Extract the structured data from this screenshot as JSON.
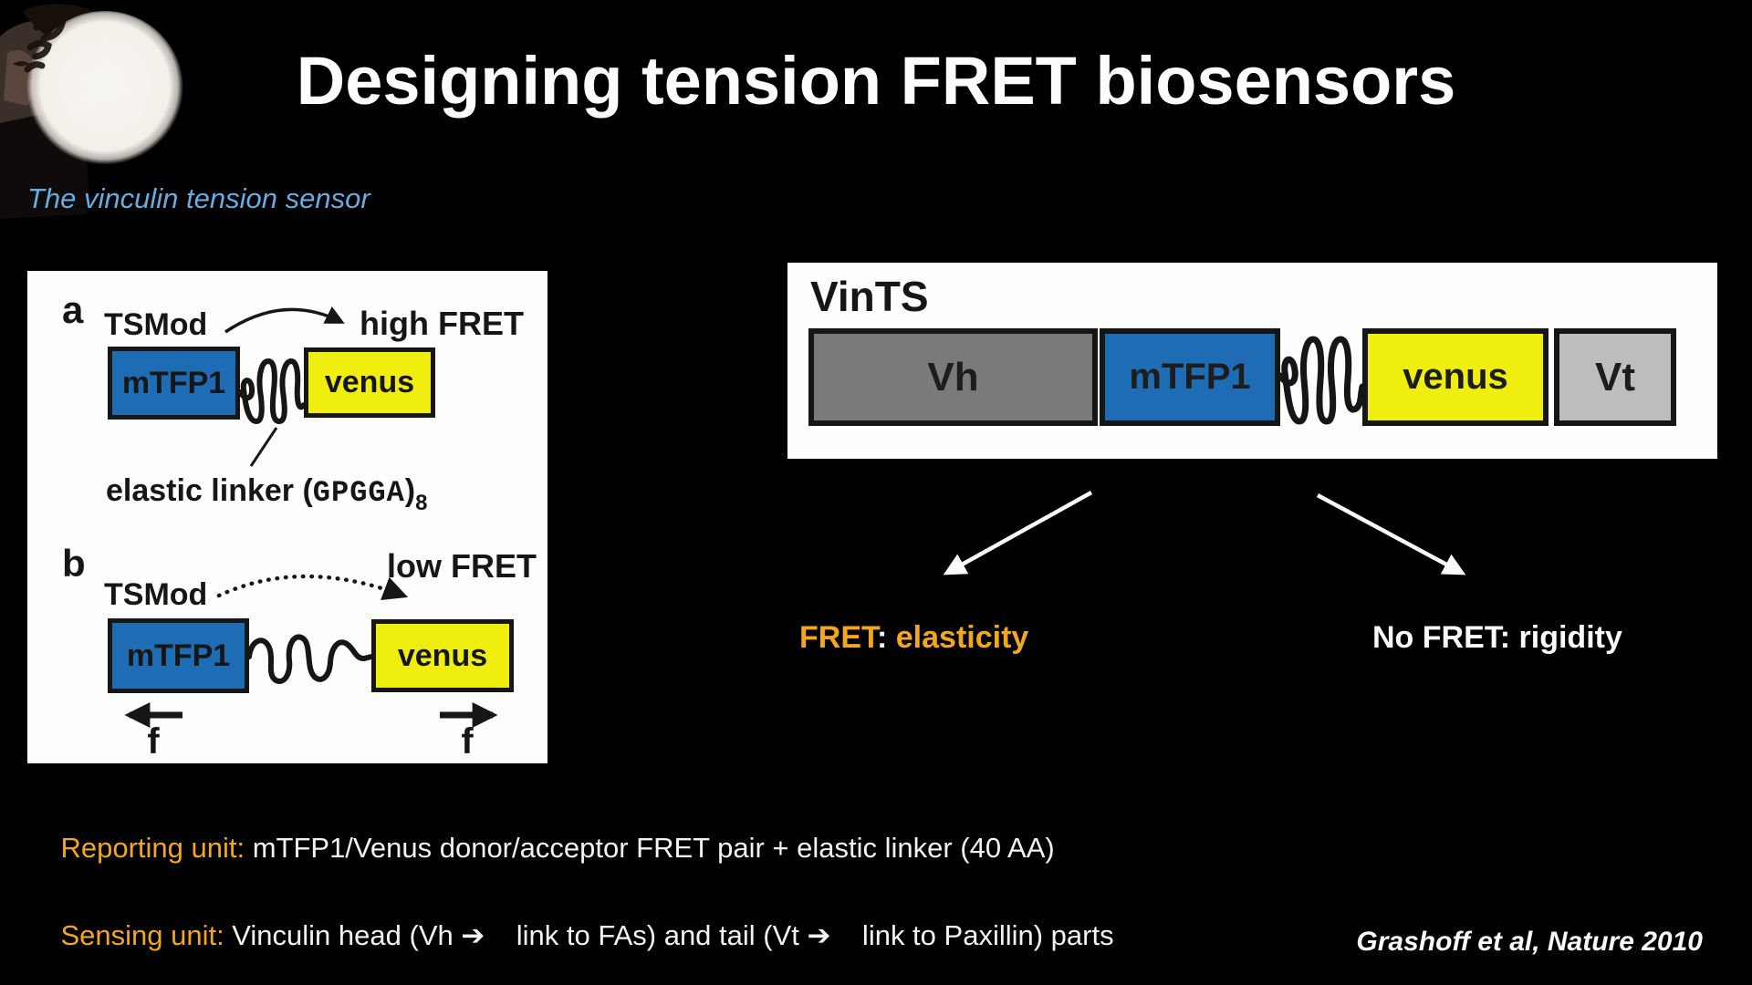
{
  "slide": {
    "title": "Designing tension FRET biosensors",
    "subtitle": "The vinculin tension sensor",
    "citation": "Grashoff et al, Nature 2010"
  },
  "tsmod_figure": {
    "panel_a_label": "a",
    "panel_b_label": "b",
    "tsmod_label_a": "TSMod",
    "tsmod_label_b": "TSMod",
    "high_fret": "high FRET",
    "low_fret": "low FRET",
    "donor_box_a": "mTFP1",
    "acceptor_box_a": "venus",
    "donor_box_b": "mTFP1",
    "acceptor_box_b": "venus",
    "linker_prefix": "elastic linker (",
    "linker_seq": "GPGGA",
    "linker_close": ")",
    "linker_subscript": "8",
    "force_left": "f",
    "force_right": "f"
  },
  "vints_figure": {
    "title": "VinTS",
    "segments": [
      {
        "label": "Vh",
        "color": "#7A7A7A"
      },
      {
        "label": "mTFP1",
        "color": "#1E6CB3"
      },
      {
        "label": "venus",
        "color": "#F0EE0E"
      },
      {
        "label": "Vt",
        "color": "#BDBDBD"
      }
    ]
  },
  "annotations": {
    "fret_word": "FRET",
    "fret_colon": ":",
    "fret_rest": " elasticity",
    "no_fret": "No FRET: rigidity"
  },
  "notes": {
    "reporting_label": "Reporting unit:",
    "reporting_text": " mTFP1/Venus donor/acceptor FRET pair + elastic linker (40 AA)",
    "sensing_label": "Sensing unit:",
    "sensing_text": " Vinculin head (Vh ➔    link to FAs) and tail (Vt ➔    link to Paxillin) parts"
  },
  "colors": {
    "accent_orange": "#F2A71F",
    "subtitle_blue": "#66ADE3",
    "donor_blue": "#1E6CB3",
    "acceptor_yellow": "#F0EE0E",
    "vh_gray": "#7A7A7A",
    "vt_gray": "#BDBDBD"
  }
}
